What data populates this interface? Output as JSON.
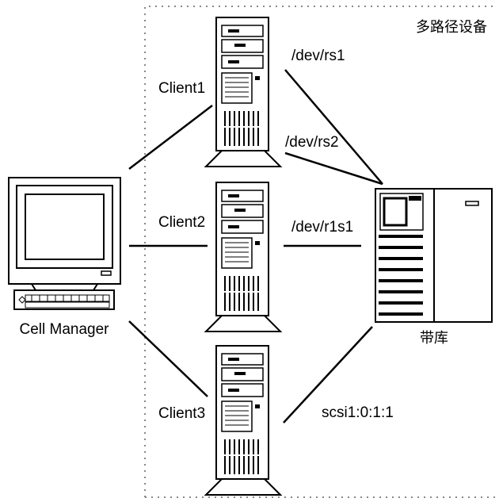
{
  "labels": {
    "group": "多路径设备",
    "cell_manager": "Cell Manager",
    "client1": "Client1",
    "client2": "Client2",
    "client3": "Client3",
    "tape_library": "带库",
    "dev_rs1": "/dev/rs1",
    "dev_rs2": "/dev/rs2",
    "dev_r1s1": "/dev/r1s1",
    "scsi": "scsi1:0:1:1"
  }
}
